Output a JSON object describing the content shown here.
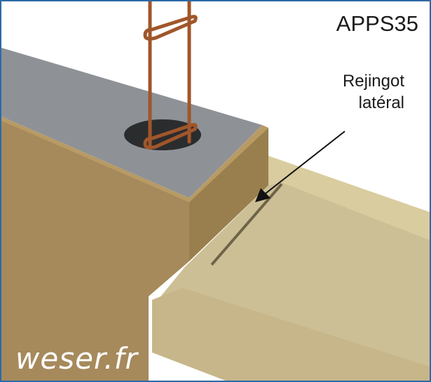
{
  "model_code": "APPS35",
  "annotation": {
    "line1": "Rejingot",
    "line2": "latéral"
  },
  "brand": "weser.fr",
  "colors": {
    "border": "#2d6aa6",
    "wall_front": "#a68a5c",
    "wall_side": "#9a7f4e",
    "wall_top": "#8e9297",
    "sill": "#cdbf95",
    "rebar": "#a0562a"
  }
}
